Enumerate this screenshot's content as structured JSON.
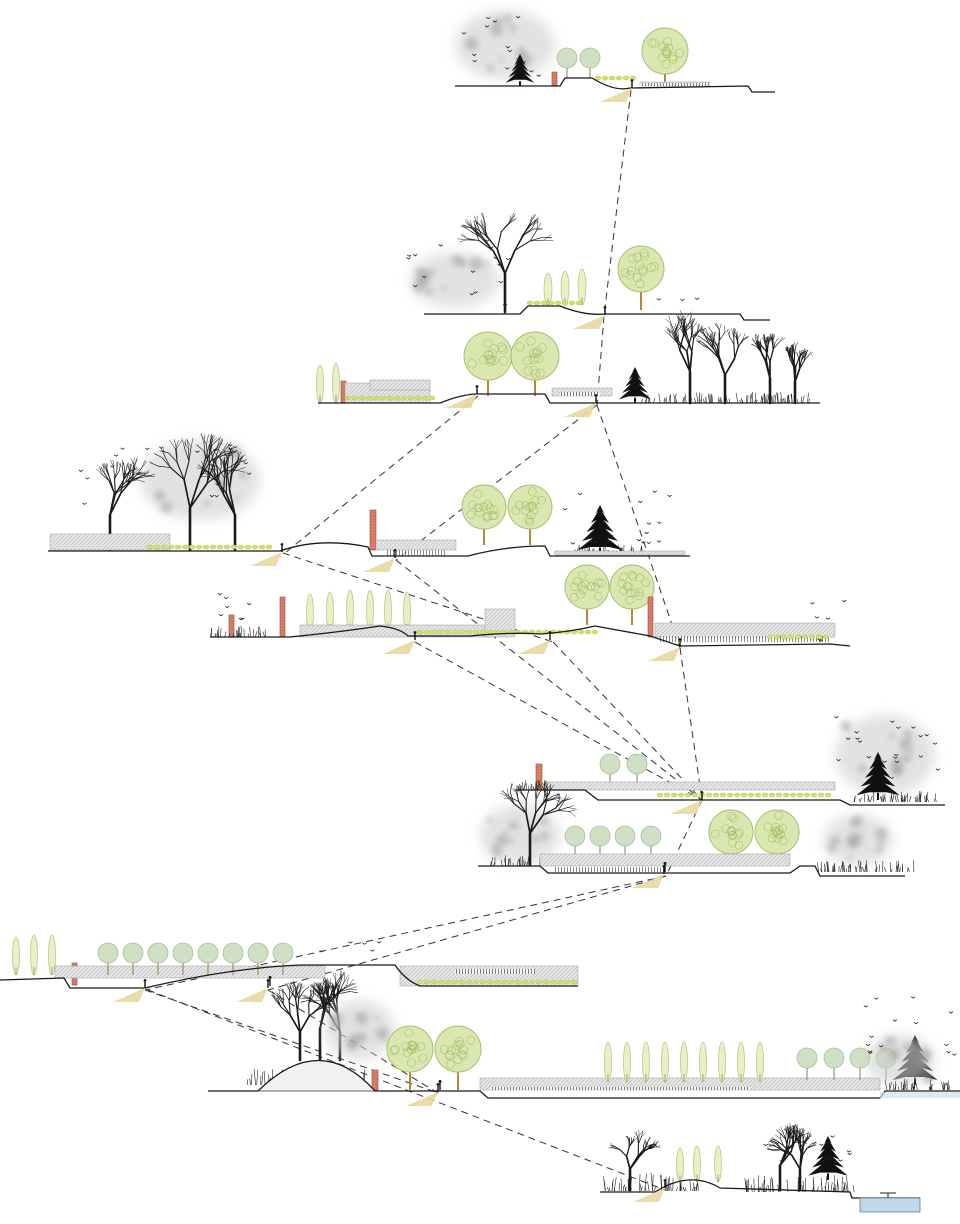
{
  "diagram": {
    "kind": "landscape-sections",
    "colors": {
      "ground_line": "#1a1a1a",
      "dashed_link": "#333333",
      "wall": "#d8d8d8",
      "wall_stroke": "#9a9a9a",
      "brick": "#d9826b",
      "brick_stroke": "#9a4a3a",
      "deciduous": "#1a1a1a",
      "deciduous_fog": "#cfcfcf",
      "round_canopy": "#dbe7b0",
      "round_canopy_stroke": "#a9bf6f",
      "round_trunk": "#b08a3a",
      "small_round": "#cfe0c4",
      "small_round_stroke": "#a7c09a",
      "cypress": "#e9f0c6",
      "cypress_stroke": "#b9c98a",
      "conifer": "#111111",
      "shrub_row": "#d6e16a",
      "viewpoint_wedge": "#e8d8a0",
      "water": "#bfd8ea",
      "water_stroke": "#5a7d99"
    },
    "sections": [
      {
        "id": "s1",
        "elements": [
          "fog-cloud",
          "conifer",
          "brick-pillar",
          "round-tree-small",
          "round-tree-small",
          "round-tree-large",
          "shrub-row",
          "viewpoint"
        ]
      },
      {
        "id": "s2",
        "elements": [
          "fog-cloud",
          "deciduous-tree",
          "cypress",
          "cypress",
          "cypress",
          "round-tree-large",
          "shrub-row",
          "viewpoint"
        ]
      },
      {
        "id": "s3",
        "elements": [
          "cypress",
          "cypress",
          "brick-pillar",
          "wall",
          "round-tree-large",
          "round-tree-large",
          "conifer",
          "deciduous-tree",
          "deciduous-tree",
          "viewpoint",
          "viewpoint"
        ]
      },
      {
        "id": "s4",
        "elements": [
          "deciduous-tree",
          "fog-cloud",
          "deciduous-tree",
          "deciduous-tree",
          "brick-pillar",
          "round-tree-large",
          "round-tree-large",
          "conifer",
          "shrub-row",
          "viewpoint",
          "viewpoint"
        ]
      },
      {
        "id": "s5",
        "elements": [
          "brick-pillar",
          "brick-pillar",
          "cypress",
          "cypress",
          "cypress",
          "cypress",
          "cypress",
          "round-tree-large",
          "round-tree-large",
          "brick-pillar",
          "shrub-row",
          "viewpoint",
          "viewpoint",
          "viewpoint"
        ]
      },
      {
        "id": "s6",
        "elements": [
          "brick-pillar",
          "round-tree-small",
          "round-tree-small",
          "fog-cloud",
          "conifer",
          "shrub-row",
          "viewpoint"
        ]
      },
      {
        "id": "s7",
        "elements": [
          "deciduous-tree",
          "round-tree-small",
          "round-tree-small",
          "round-tree-small",
          "round-tree-small",
          "round-tree-large",
          "round-tree-large",
          "fog-cloud",
          "viewpoint"
        ]
      },
      {
        "id": "s8",
        "elements": [
          "cypress",
          "cypress",
          "cypress",
          "brick-pillar",
          "round-tree-small",
          "wall",
          "shrub-row",
          "viewpoint",
          "viewpoint"
        ]
      },
      {
        "id": "s9",
        "elements": [
          "deciduous-tree",
          "mound",
          "brick-pillar",
          "round-tree-large",
          "round-tree-large",
          "cypress",
          "round-tree-small",
          "conifer",
          "viewpoint"
        ]
      },
      {
        "id": "s10",
        "elements": [
          "deciduous-tree",
          "cypress",
          "cypress",
          "deciduous-tree",
          "conifer",
          "water-basin"
        ]
      }
    ],
    "links": 11
  }
}
